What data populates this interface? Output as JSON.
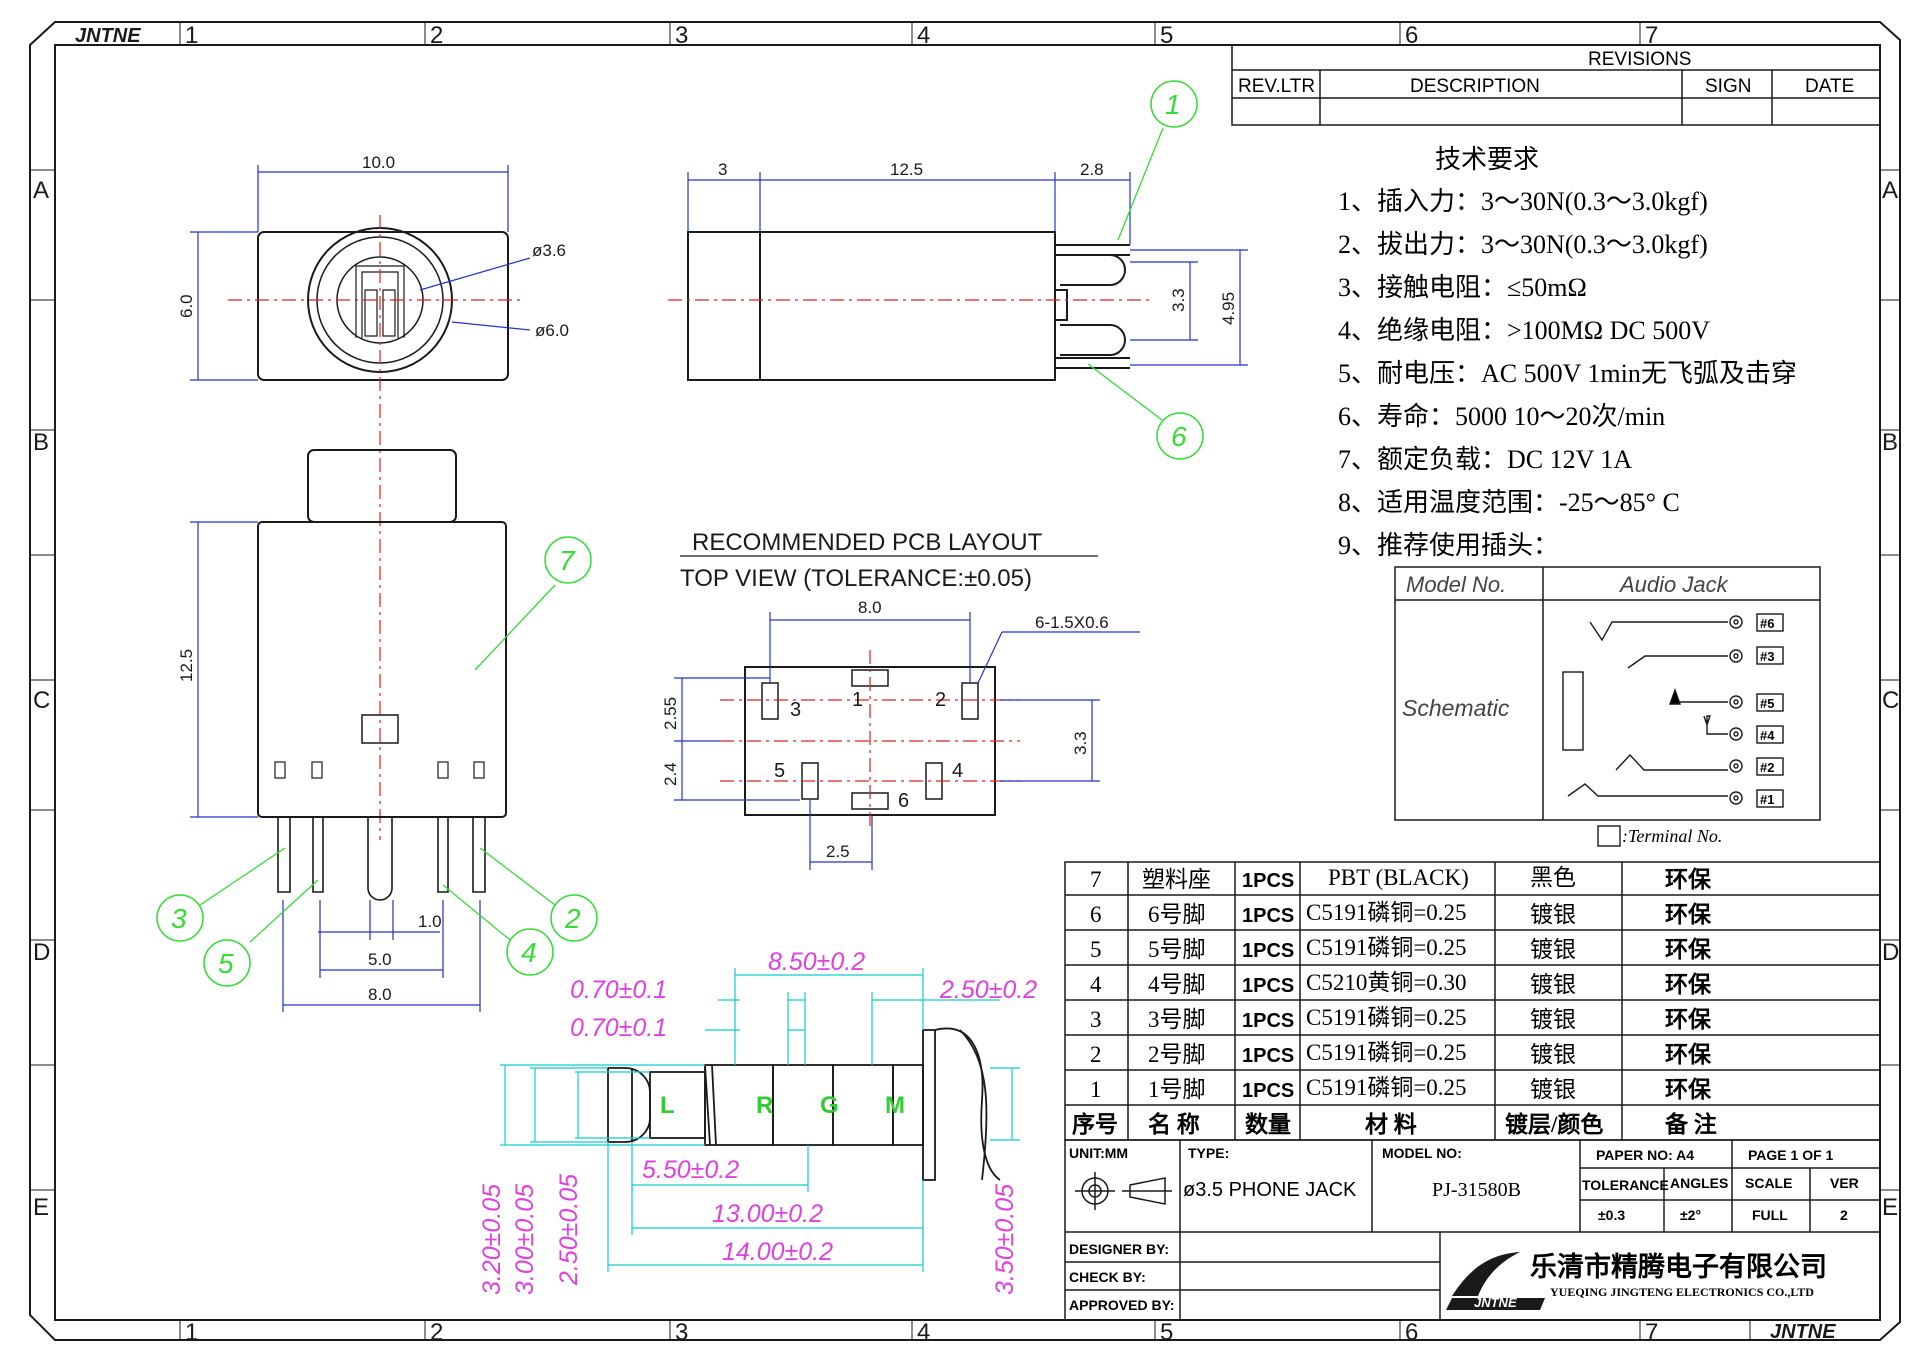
{
  "border": {
    "top_columns": [
      "1",
      "2",
      "3",
      "4",
      "5",
      "6",
      "7"
    ],
    "bottom_columns": [
      "1",
      "2",
      "3",
      "4",
      "5",
      "6",
      "7"
    ],
    "rows": [
      "A",
      "B",
      "C",
      "D",
      "E"
    ],
    "corner_label": "JNTNE"
  },
  "revisions": {
    "title": "REVISIONS",
    "headers": [
      "REV.LTR",
      "DESCRIPTION",
      "SIGN",
      "DATE"
    ]
  },
  "requirements": {
    "title": "技术要求",
    "items": [
      "1、插入力：3～30N(0.3～3.0kgf)",
      "2、拔出力：3～30N(0.3～3.0kgf)",
      "3、接触电阻：≤50mΩ",
      "4、绝缘电阻：>100MΩ  DC  500V",
      "5、耐电压：AC  500V  1min无飞弧及击穿",
      "6、寿命：5000 10～20次/min",
      "7、额定负载：DC  12V  1A",
      "8、适用温度范围：-25～85° C",
      "9、推荐使用插头："
    ]
  },
  "schematic": {
    "col_model": "Model  No.",
    "col_jack": "Audio  Jack",
    "row_label": "Schematic",
    "terminals": [
      "#6",
      "#3",
      "#5",
      "#4",
      "#2",
      "#1"
    ],
    "legend": ":Terminal  No."
  },
  "front_view": {
    "width": "10.0",
    "height": "6.0",
    "inner_dia": "ø3.6",
    "outer_dia": "ø6.0"
  },
  "side_view": {
    "d1": "3",
    "d2": "12.5",
    "d3": "2.8",
    "d4": "3.3",
    "d5": "4.95"
  },
  "bottom_view": {
    "length": "12.5",
    "pitch1": "1.0",
    "pitch2": "5.0",
    "pitch3": "8.0"
  },
  "balloons": [
    "1",
    "6",
    "7",
    "3",
    "5",
    "4",
    "2"
  ],
  "pcb": {
    "title": "RECOMMENDED  PCB  LAYOUT",
    "subtitle": "TOP  VIEW  (TOLERANCE:±0.05)",
    "width": "8.0",
    "pad_note": "6-1.5X0.6",
    "h1": "2.55",
    "h2": "2.4",
    "h3": "3.3",
    "bottom": "2.5",
    "pins": [
      "1",
      "2",
      "3",
      "5",
      "4",
      "6"
    ]
  },
  "plug": {
    "segments": [
      "L",
      "R",
      "G",
      "M"
    ],
    "dims": {
      "tip1": "0.70±0.1",
      "tip2": "0.70±0.1",
      "len1": "8.50±0.2",
      "len2": "2.50±0.2",
      "len3": "5.50±0.2",
      "len4": "13.00±0.2",
      "len5": "14.00±0.2",
      "dia1": "3.20±0.05",
      "dia2": "3.00±0.05",
      "dia3": "2.50±0.05",
      "dia4": "3.50±0.05"
    }
  },
  "bom": {
    "rows": [
      {
        "no": "7",
        "name": "塑料座",
        "qty": "1PCS",
        "material": "PBT  (BLACK)",
        "finish": "黑色",
        "note": "环保"
      },
      {
        "no": "6",
        "name": "6号脚",
        "qty": "1PCS",
        "material": "C5191磷铜=0.25",
        "finish": "镀银",
        "note": "环保"
      },
      {
        "no": "5",
        "name": "5号脚",
        "qty": "1PCS",
        "material": "C5191磷铜=0.25",
        "finish": "镀银",
        "note": "环保"
      },
      {
        "no": "4",
        "name": "4号脚",
        "qty": "1PCS",
        "material": "C5210黄铜=0.30",
        "finish": "镀银",
        "note": "环保"
      },
      {
        "no": "3",
        "name": "3号脚",
        "qty": "1PCS",
        "material": "C5191磷铜=0.25",
        "finish": "镀银",
        "note": "环保"
      },
      {
        "no": "2",
        "name": "2号脚",
        "qty": "1PCS",
        "material": "C5191磷铜=0.25",
        "finish": "镀银",
        "note": "环保"
      },
      {
        "no": "1",
        "name": "1号脚",
        "qty": "1PCS",
        "material": "C5191磷铜=0.25",
        "finish": "镀银",
        "note": "环保"
      }
    ],
    "headers": [
      "序号",
      "名 称",
      "数量",
      "材 料",
      "镀层/颜色",
      "备 注"
    ]
  },
  "titleblock": {
    "unit": "UNIT:MM",
    "type_label": "TYPE:",
    "type_value": "ø3.5 PHONE JACK",
    "model_label": "MODEL NO:",
    "model_value": "PJ-31580B",
    "paper": "PAPER NO: A4",
    "page": "PAGE 1 OF 1",
    "tolerance_label": "TOLERANCE",
    "angles_label": "ANGLES",
    "scale_label": "SCALE",
    "ver_label": "VER",
    "tolerance_value": "±0.3",
    "angles_value": "±2°",
    "scale_value": "FULL",
    "ver_value": "2",
    "designer": "DESIGNER BY:",
    "check": "CHECK    BY:",
    "approved": "APPROVED BY:",
    "company_cn": "乐清市精腾电子有限公司",
    "company_en": "YUEQING JINGTENG ELECTRONICS CO.,LTD",
    "logo_text": "JNTNE"
  },
  "colors": {
    "line": "#1a1a1a",
    "centerline": "#e02020",
    "balloon": "#33dd33",
    "dim_blue": "#2233cc",
    "dim_pink": "#e040e0",
    "dim_cyan": "#11cccc",
    "plug_text": "#33cc33"
  }
}
